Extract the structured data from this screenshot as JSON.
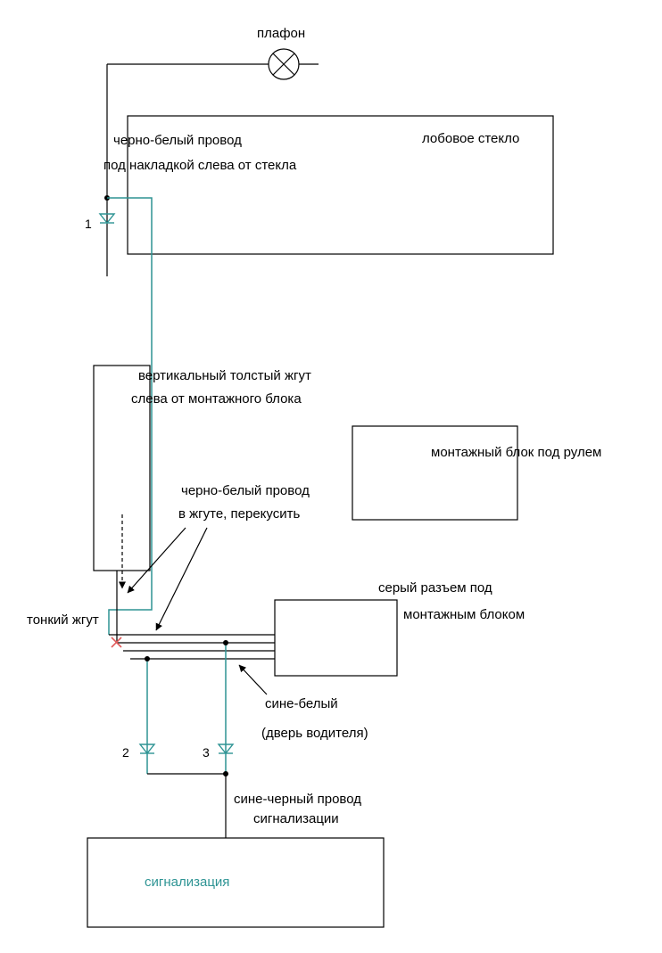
{
  "colors": {
    "accent_teal": "#2e9494",
    "cut_red": "#e05a5a",
    "wire_black": "#000000"
  },
  "diagram": {
    "ceiling_lamp": {
      "label": "плафон"
    },
    "bw_wire_note": {
      "line1": "черно-белый провод",
      "line2": "под накладкой слева от стекла"
    },
    "windshield_box": {
      "label": "лобовое стекло"
    },
    "diode_1": {
      "label": "1"
    },
    "vertical_harness_note": {
      "line1": "вертикальный толстый жгут",
      "line2": "слева от монтажного блока"
    },
    "mounting_block_box": {
      "label": "монтажный блок под рулем"
    },
    "cut_note": {
      "line1": "черно-белый провод",
      "line2": "в жгуте, перекусить"
    },
    "thin_harness": {
      "label": "тонкий жгут"
    },
    "gray_connector_note": {
      "line1": "серый разъем под",
      "line2": "монтажным блоком"
    },
    "blue_white_note": {
      "line1": "сине-белый",
      "line2": "(дверь водителя)"
    },
    "diode_2": {
      "label": "2"
    },
    "diode_3": {
      "label": "3"
    },
    "blue_black_note": {
      "line1": "сине-черный провод",
      "line2": "сигнализации"
    },
    "alarm_box": {
      "label": "сигнализация"
    }
  }
}
